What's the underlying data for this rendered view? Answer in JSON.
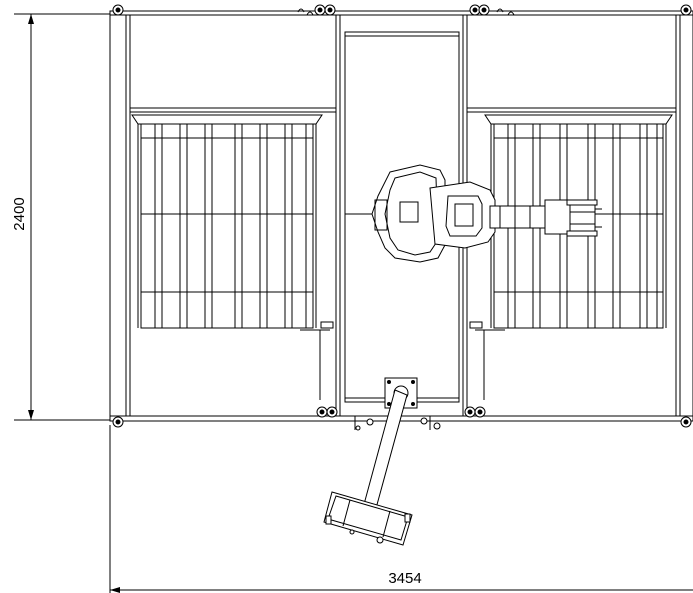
{
  "drawing": {
    "view": "top-view layout",
    "dimensions": {
      "height_label": "2400",
      "width_label": "3454"
    },
    "components": {
      "cell_frame": "cell-frame",
      "left_pallet": "pallet",
      "right_pallet": "pallet",
      "robot": "industrial-robot-arm",
      "controller": "pendant-arm-and-gripper"
    },
    "colors": {
      "line": "#000000",
      "background": "#ffffff"
    }
  }
}
